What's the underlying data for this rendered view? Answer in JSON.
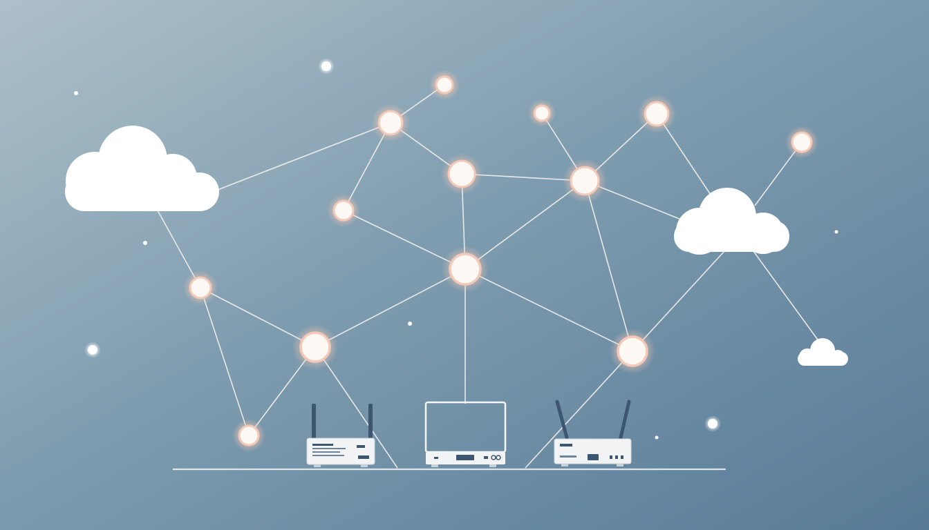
{
  "scene": {
    "description_free": true,
    "palette": {
      "background_top_left": "#a9bcc6",
      "background_bottom_right": "#5a7d98",
      "line": "#f3f1ee",
      "node_ring": "#f2c9b8",
      "node_glow": "#f6c7b2",
      "node_core": "#fdf8f4",
      "cloud": "#ffffff",
      "device_body": "#f1f3f5",
      "device_dark": "#3c5670",
      "floor_line": "#e9eef2"
    },
    "nodes": [
      "node-1",
      "node-2",
      "node-3",
      "node-4",
      "node-5",
      "node-6",
      "node-7",
      "node-8",
      "node-9",
      "node-10",
      "node-11",
      "node-12",
      "node-13",
      "node-14"
    ],
    "clouds": [
      "cloud-left",
      "cloud-right",
      "cloud-small"
    ],
    "devices": [
      "router-left",
      "monitor-center",
      "router-right"
    ],
    "labels": []
  }
}
